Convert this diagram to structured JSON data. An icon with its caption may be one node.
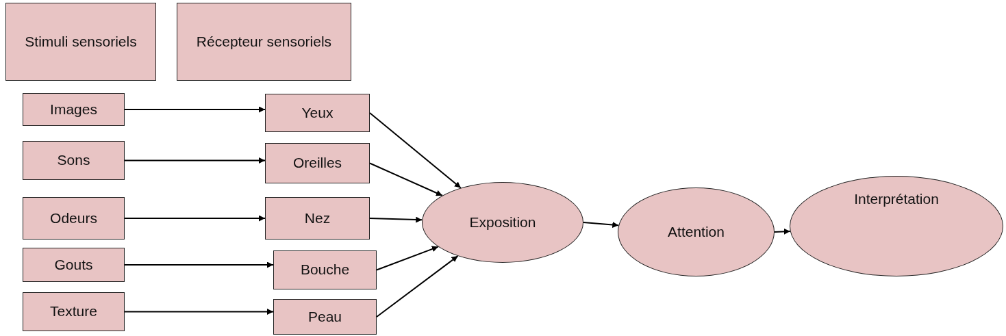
{
  "diagram": {
    "nodes": [
      {
        "text": [
          "Stimuli sensoriels"
        ]
      },
      {
        "text": [
          "Récepteur sensoriels"
        ]
      },
      {
        "text": [
          "Images"
        ]
      },
      {
        "text": [
          "Yeux"
        ]
      },
      {
        "text": [
          "Sons"
        ]
      },
      {
        "text": [
          "Oreilles"
        ]
      },
      {
        "text": [
          "Odeurs"
        ]
      },
      {
        "text": [
          "Nez"
        ]
      },
      {
        "text": [
          "Gouts"
        ]
      },
      {
        "text": [
          "Bouche"
        ]
      },
      {
        "text": [
          "Texture"
        ]
      },
      {
        "text": [
          "Peau"
        ]
      },
      {
        "text": [
          "Exposition"
        ]
      },
      {
        "text": [
          "Attention"
        ]
      },
      {
        "text": [
          "Interprétation"
        ]
      }
    ],
    "edges": [
      {
        "from": 2,
        "to": 3,
        "arrow": "to"
      },
      {
        "from": 4,
        "to": 5,
        "arrow": "to"
      },
      {
        "from": 6,
        "to": 7,
        "arrow": "to"
      },
      {
        "from": 8,
        "to": 9,
        "arrow": "to"
      },
      {
        "from": 10,
        "to": 11,
        "arrow": "to"
      },
      {
        "from": 3,
        "to": 12,
        "arrow": "to"
      },
      {
        "from": 5,
        "to": 12,
        "arrow": "to"
      },
      {
        "from": 7,
        "to": 12,
        "arrow": "to"
      },
      {
        "from": 9,
        "to": 12,
        "arrow": "to"
      },
      {
        "from": 11,
        "to": 12,
        "arrow": "to"
      },
      {
        "from": 12,
        "to": 13,
        "arrow": "to"
      },
      {
        "from": 13,
        "to": 14,
        "arrow": "to"
      }
    ]
  }
}
